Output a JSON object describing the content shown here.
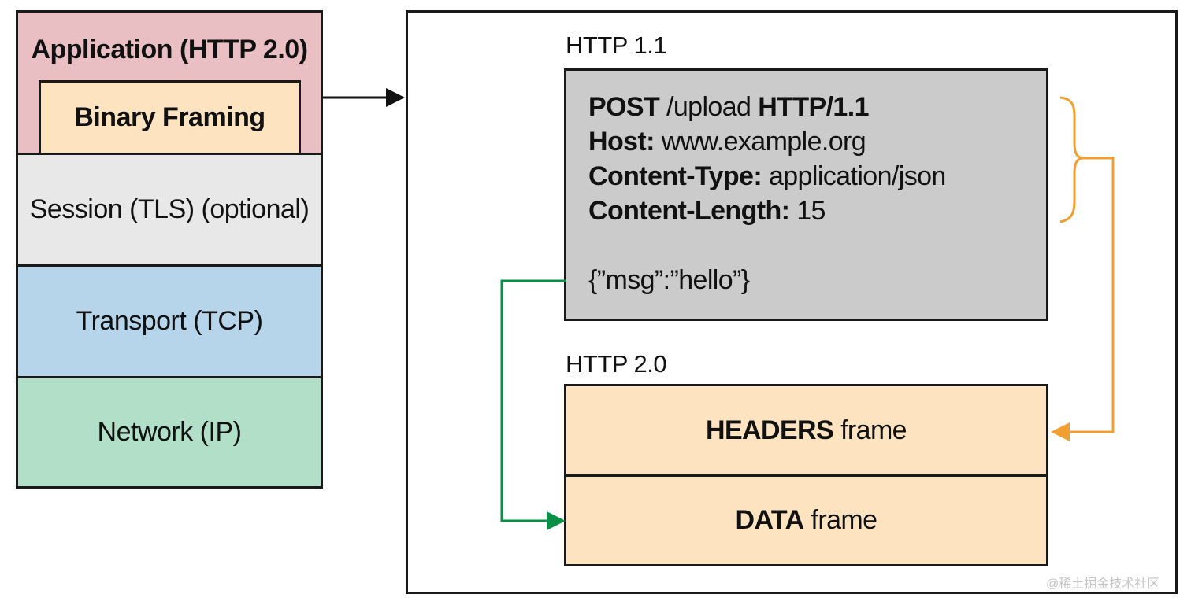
{
  "colors": {
    "application": "#eabfc3",
    "framing": "#fde3c0",
    "session": "#e8e8e8",
    "transport": "#b6d4ea",
    "network": "#b2dfc7",
    "request_box": "#cbcbcb",
    "frames": "#fde3c0",
    "orange_arrow": "#f0a030",
    "green_arrow": "#0a8f46"
  },
  "stack": {
    "application": "Application (HTTP 2.0)",
    "binary_framing": "Binary Framing",
    "session": "Session (TLS) (optional)",
    "transport": "Transport (TCP)",
    "network": "Network (IP)"
  },
  "http11": {
    "title": "HTTP 1.1",
    "request_method": "POST",
    "request_path": " /upload ",
    "request_version": "HTTP/1.1",
    "host_key": "Host:",
    "host_value": " www.example.org",
    "ctype_key": "Content-Type:",
    "ctype_value": " application/json",
    "clen_key": "Content-Length:",
    "clen_value": " 15",
    "body": "{”msg”:”hello”}"
  },
  "http20": {
    "title": "HTTP 2.0",
    "headers_bold": "HEADERS",
    "headers_rest": "frame",
    "data_bold": "DATA",
    "data_rest": "frame"
  },
  "watermark": "@稀土掘金技术社区"
}
